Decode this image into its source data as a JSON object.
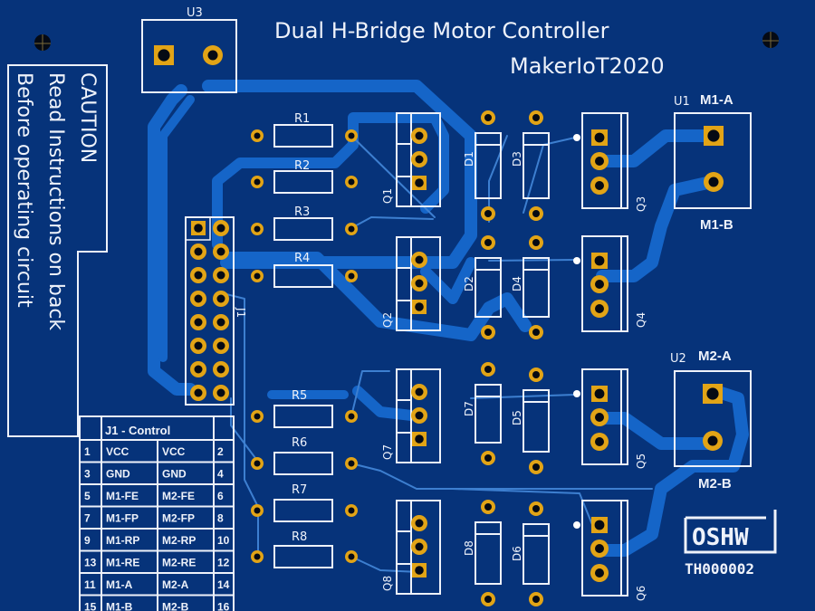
{
  "board": {
    "title": "Dual H-Bridge Motor Controller",
    "author": "MakerIoT2020",
    "colors": {
      "substrate": "#06337a",
      "copper_trace": "#1565c8",
      "thin_trace": "#3d7fd0",
      "pad": "#e2a416",
      "silkscreen": "#eef2fa",
      "drill": "#050a14"
    }
  },
  "caution": {
    "lines": [
      "CAUTION",
      "Read Instructions on back",
      "Before operating circuit"
    ]
  },
  "components": {
    "power_input": {
      "ref": "U3"
    },
    "motor1_terminal": {
      "ref": "U1",
      "pin_a": "M1-A",
      "pin_b": "M1-B"
    },
    "motor2_terminal": {
      "ref": "U2",
      "pin_a": "M2-A",
      "pin_b": "M2-B"
    },
    "header": {
      "ref": "J1"
    },
    "resistors": [
      "R1",
      "R2",
      "R3",
      "R4",
      "R5",
      "R6",
      "R7",
      "R8"
    ],
    "transistors_left": [
      "Q1",
      "Q2",
      "Q7",
      "Q8"
    ],
    "transistors_right": [
      "Q3",
      "Q4",
      "Q5",
      "Q6"
    ],
    "diodes": [
      "D1",
      "D3",
      "D2",
      "D4",
      "D7",
      "D5",
      "D8",
      "D6"
    ]
  },
  "pinout_table": {
    "title": "J1 - Control",
    "rows": [
      {
        "left_pin": "1",
        "left": "VCC",
        "right": "VCC",
        "right_pin": "2"
      },
      {
        "left_pin": "3",
        "left": "GND",
        "right": "GND",
        "right_pin": "4"
      },
      {
        "left_pin": "5",
        "left": "M1-FE",
        "right": "M2-FE",
        "right_pin": "6"
      },
      {
        "left_pin": "7",
        "left": "M1-FP",
        "right": "M2-FP",
        "right_pin": "8"
      },
      {
        "left_pin": "9",
        "left": "M1-RP",
        "right": "M2-RP",
        "right_pin": "10"
      },
      {
        "left_pin": "13",
        "left": "M1-RE",
        "right": "M2-RE",
        "right_pin": "12"
      },
      {
        "left_pin": "11",
        "left": "M1-A",
        "right": "M2-A",
        "right_pin": "14"
      },
      {
        "left_pin": "15",
        "left": "M1-B",
        "right": "M2-B",
        "right_pin": "16"
      }
    ]
  },
  "oshw": {
    "logo_text": "OSHW",
    "certification_id": "TH000002"
  }
}
